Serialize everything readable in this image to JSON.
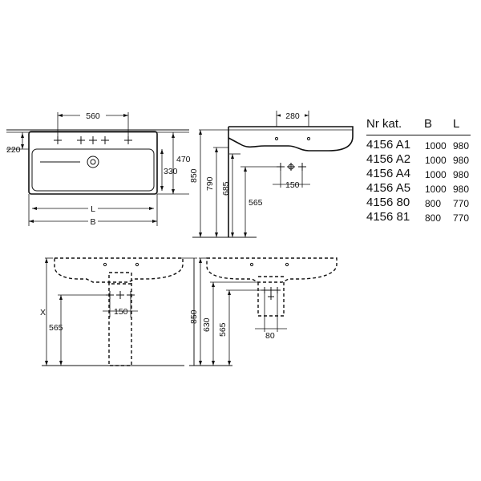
{
  "top_view": {
    "dim_width_holes": "560",
    "dim_height_left": "220",
    "dim_height_right": "470",
    "dim_basin_depth": "330",
    "dim_L": "L",
    "dim_B": "B"
  },
  "side_view": {
    "dim_top": "280",
    "dim_850": "850",
    "dim_790": "790",
    "dim_685": "685",
    "dim_565": "565",
    "dim_150": "150"
  },
  "front_pedestal": {
    "dim_x": "X",
    "dim_565": "565",
    "dim_150": "150"
  },
  "side_pedestal": {
    "dim_850": "850",
    "dim_630": "630",
    "dim_565": "565",
    "dim_80": "80"
  },
  "table": {
    "headers": {
      "nr": "Nr kat.",
      "b": "B",
      "l": "L"
    },
    "rows": [
      {
        "nr": "4156 A1",
        "b": "1000",
        "l": "980"
      },
      {
        "nr": "4156 A2",
        "b": "1000",
        "l": "980"
      },
      {
        "nr": "4156 A4",
        "b": "1000",
        "l": "980"
      },
      {
        "nr": "4156 A5",
        "b": "1000",
        "l": "980"
      },
      {
        "nr": "4156 80",
        "b": "800",
        "l": "770"
      },
      {
        "nr": "4156 81",
        "b": "800",
        "l": "770"
      }
    ]
  }
}
